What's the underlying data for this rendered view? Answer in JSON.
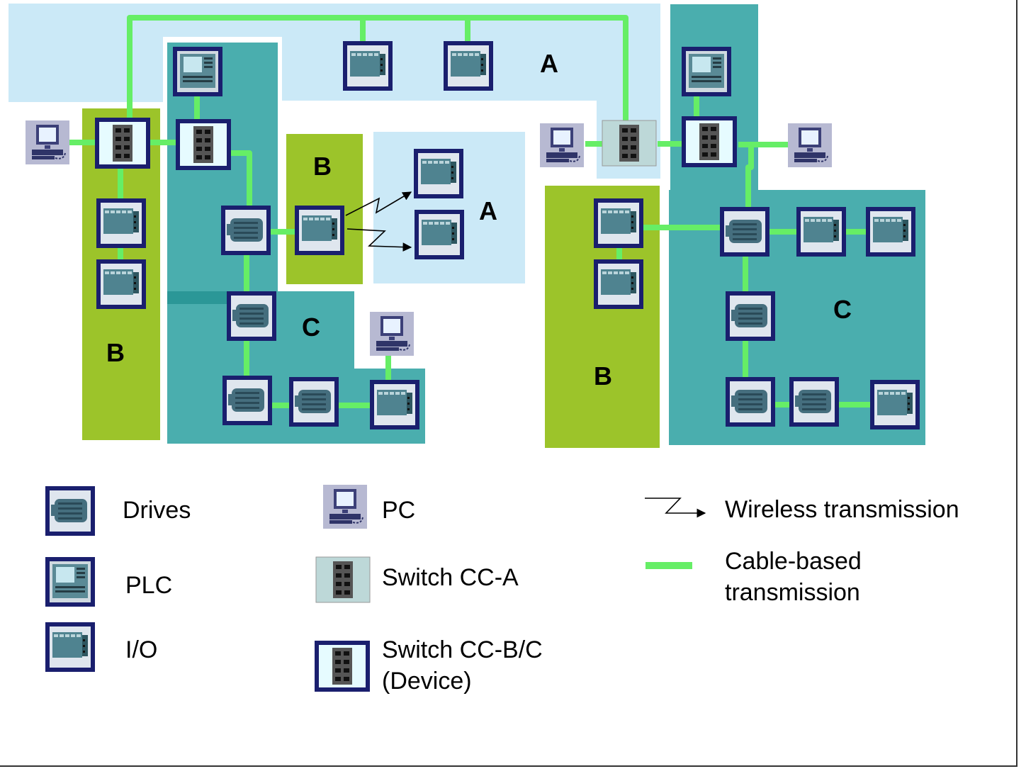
{
  "zones": {
    "a_top": "A",
    "a_wireless": "A",
    "b_left": "B",
    "b_middle": "B",
    "b_right": "B",
    "c_left": "C",
    "c_right": "C"
  },
  "legend": {
    "drives": "Drives",
    "plc": "PLC",
    "io": "I/O",
    "pc": "PC",
    "switch_a": "Switch CC-A",
    "switch_bc_line1": "Switch CC-B/C",
    "switch_bc_line2": "(Device)",
    "wireless": "Wireless transmission",
    "cable_line1": "Cable-based",
    "cable_line2": "transmission"
  },
  "colors": {
    "zone_a": "#cbe9f7",
    "zone_b": "#9cc42a",
    "zone_c": "#4aaeae",
    "cable": "#66ee66",
    "device_border": "#3a3a8e"
  },
  "icons": {
    "drive": "drive-motor-icon",
    "plc": "plc-panel-icon",
    "io": "io-module-icon",
    "pc": "pc-workstation-icon",
    "switch_a": "switch-cc-a-icon",
    "switch_bc": "switch-cc-bc-icon"
  }
}
